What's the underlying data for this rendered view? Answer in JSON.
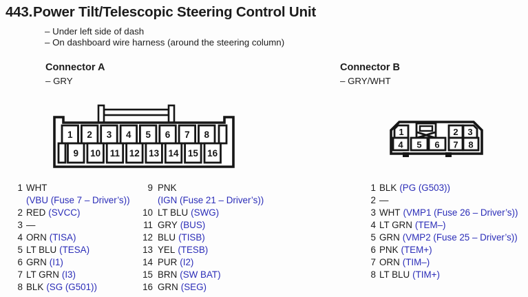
{
  "colors": {
    "signal_blue": "#2b2db8",
    "text_black": "#1c1c1c",
    "paper": "#fdfdfd"
  },
  "header": {
    "number": "443.",
    "title": "Power Tilt/Telescopic Steering Control Unit",
    "notes": [
      "– Under left side of dash",
      "– On dashboard wire harness (around the steering column)"
    ]
  },
  "connector_a": {
    "name": "Connector A",
    "color_note": "– GRY",
    "diagram": {
      "top_pins": [
        "1",
        "2",
        "3",
        "4",
        "5",
        "6",
        "7",
        "8"
      ],
      "bottom_pins": [
        "9",
        "10",
        "11",
        "12",
        "13",
        "14",
        "15",
        "16"
      ]
    },
    "pins_1_8": [
      {
        "num": "1",
        "wire": "WHT",
        "signal": "",
        "cont": "(VBU (Fuse 7 – Driver’s))"
      },
      {
        "num": "2",
        "wire": "RED",
        "signal": "(SVCC)",
        "cont": ""
      },
      {
        "num": "3",
        "wire": "—",
        "signal": "",
        "cont": ""
      },
      {
        "num": "4",
        "wire": "ORN",
        "signal": "(TISA)",
        "cont": ""
      },
      {
        "num": "5",
        "wire": "LT BLU",
        "signal": "(TESA)",
        "cont": ""
      },
      {
        "num": "6",
        "wire": "GRN",
        "signal": "(I1)",
        "cont": ""
      },
      {
        "num": "7",
        "wire": "LT GRN",
        "signal": "(I3)",
        "cont": ""
      },
      {
        "num": "8",
        "wire": "BLK",
        "signal": "(SG (G501))",
        "cont": ""
      }
    ],
    "pins_9_16": [
      {
        "num": "9",
        "wire": "PNK",
        "signal": "",
        "cont": "(IGN (Fuse 21 – Driver’s))"
      },
      {
        "num": "10",
        "wire": "LT BLU",
        "signal": "(SWG)",
        "cont": ""
      },
      {
        "num": "11",
        "wire": "GRY",
        "signal": "(BUS)",
        "cont": ""
      },
      {
        "num": "12",
        "wire": "BLU",
        "signal": "(TISB)",
        "cont": ""
      },
      {
        "num": "13",
        "wire": "YEL",
        "signal": "(TESB)",
        "cont": ""
      },
      {
        "num": "14",
        "wire": "PUR",
        "signal": "(I2)",
        "cont": ""
      },
      {
        "num": "15",
        "wire": "BRN",
        "signal": "(SW BAT)",
        "cont": ""
      },
      {
        "num": "16",
        "wire": "GRN",
        "signal": "(SEG)",
        "cont": ""
      }
    ]
  },
  "connector_b": {
    "name": "Connector B",
    "color_note": "– GRY/WHT",
    "diagram": {
      "top_pins": [
        "1",
        "2",
        "3"
      ],
      "bottom_pins": [
        "4",
        "5",
        "6",
        "7",
        "8"
      ]
    },
    "pins": [
      {
        "num": "1",
        "wire": "BLK",
        "signal": "(PG (G503))",
        "cont": ""
      },
      {
        "num": "2",
        "wire": "—",
        "signal": "",
        "cont": ""
      },
      {
        "num": "3",
        "wire": "WHT",
        "signal": "(VMP1 (Fuse 26 – Driver’s))",
        "cont": ""
      },
      {
        "num": "4",
        "wire": "LT GRN",
        "signal": "(TEM–)",
        "cont": ""
      },
      {
        "num": "5",
        "wire": "GRN",
        "signal": "(VMP2 (Fuse 25 – Driver’s))",
        "cont": ""
      },
      {
        "num": "6",
        "wire": "PNK",
        "signal": "(TEM+)",
        "cont": ""
      },
      {
        "num": "7",
        "wire": "ORN",
        "signal": "(TIM–)",
        "cont": ""
      },
      {
        "num": "8",
        "wire": "LT BLU",
        "signal": "(TIM+)",
        "cont": ""
      }
    ]
  }
}
